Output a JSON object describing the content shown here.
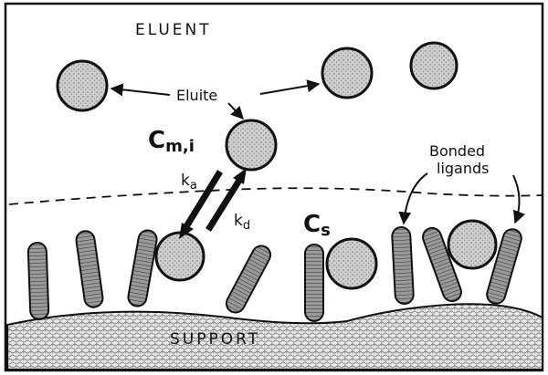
{
  "labels": {
    "eluent": "ELUENT",
    "support": "SUPPORT",
    "eluite": "Eluite",
    "bonded_ligands_line1": "Bonded",
    "bonded_ligands_line2": "ligands",
    "cm_base": "C",
    "cm_sub": "m,i",
    "cs_base": "C",
    "cs_sub": "s",
    "ka_base": "k",
    "ka_sub": "a",
    "kd_base": "k",
    "kd_sub": "d"
  },
  "colors": {
    "ink": "#111111",
    "background": "#ffffff",
    "particle_fill": "#c9c9c9",
    "ligand_fill": "#8a8a8a"
  },
  "icons": {
    "eluite_particle": "stippled-sphere",
    "ligand": "hatched-rod",
    "rate_arrows": "double-arrow-equilibrium"
  }
}
